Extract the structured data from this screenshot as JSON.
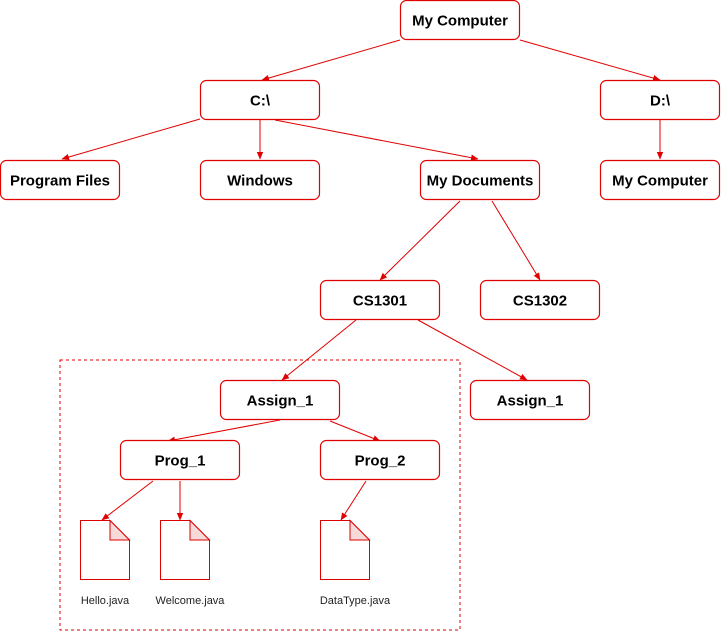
{
  "diagram": {
    "accent_color": "#e00000",
    "nodes": [
      {
        "id": "my-computer-root",
        "label": "My Computer"
      },
      {
        "id": "drive-c",
        "label": "C:\\"
      },
      {
        "id": "drive-d",
        "label": "D:\\"
      },
      {
        "id": "program-files",
        "label": "Program Files"
      },
      {
        "id": "windows",
        "label": "Windows"
      },
      {
        "id": "my-documents",
        "label": "My Documents"
      },
      {
        "id": "my-computer-d",
        "label": "My Computer"
      },
      {
        "id": "cs1301",
        "label": "CS1301"
      },
      {
        "id": "cs1302",
        "label": "CS1302"
      },
      {
        "id": "assign-1-cs1301",
        "label": "Assign_1"
      },
      {
        "id": "assign-1-other",
        "label": "Assign_1"
      },
      {
        "id": "prog-1",
        "label": "Prog_1"
      },
      {
        "id": "prog-2",
        "label": "Prog_2"
      }
    ],
    "files": [
      {
        "id": "hello-java",
        "label": "Hello.java"
      },
      {
        "id": "welcome-java",
        "label": "Welcome.java"
      },
      {
        "id": "datatype-java",
        "label": "DataType.java"
      }
    ],
    "edges": [
      {
        "from": "my-computer-root",
        "to": "drive-c"
      },
      {
        "from": "my-computer-root",
        "to": "drive-d"
      },
      {
        "from": "drive-c",
        "to": "program-files"
      },
      {
        "from": "drive-c",
        "to": "windows"
      },
      {
        "from": "drive-c",
        "to": "my-documents"
      },
      {
        "from": "drive-d",
        "to": "my-computer-d"
      },
      {
        "from": "my-documents",
        "to": "cs1301"
      },
      {
        "from": "my-documents",
        "to": "cs1302"
      },
      {
        "from": "cs1301",
        "to": "assign-1-cs1301"
      },
      {
        "from": "cs1301",
        "to": "assign-1-other"
      },
      {
        "from": "assign-1-cs1301",
        "to": "prog-1"
      },
      {
        "from": "assign-1-cs1301",
        "to": "prog-2"
      },
      {
        "from": "prog-1",
        "to": "hello-java"
      },
      {
        "from": "prog-1",
        "to": "welcome-java"
      },
      {
        "from": "prog-2",
        "to": "datatype-java"
      }
    ]
  }
}
